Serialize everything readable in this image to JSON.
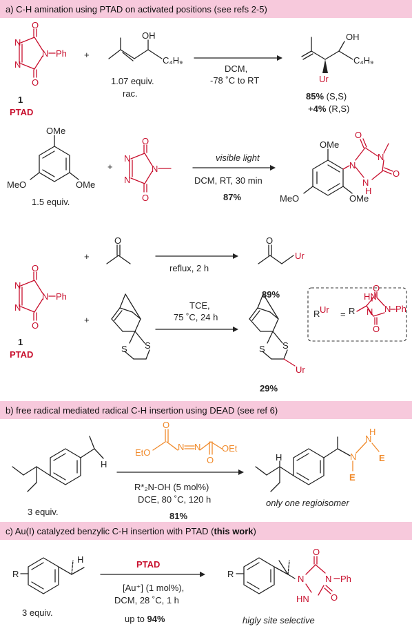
{
  "headers": {
    "a": "a) C-H amination using PTAD on activated positions (see refs 2-5)",
    "b": "b) free radical mediated radical C-H insertion using DEAD (see ref 6)",
    "c_prefix": "c) Au(I) catalyzed benzylic C-H insertion with PTAD (",
    "c_bold": "this work",
    "c_suffix": ")"
  },
  "colors": {
    "header_bg": "#f7c9dc",
    "red": "#c8102e",
    "orange": "#f08a2b",
    "black": "#222222"
  },
  "atoms": {
    "O": "O",
    "N": "N",
    "H": "H",
    "NH": "NH",
    "HN": "HN",
    "OH": "OH",
    "Ph": "Ph",
    "C4H9": "C₄H₉",
    "Ur": "Ur",
    "R": "R",
    "S": "S",
    "E": "E",
    "OMe": "OMe",
    "MeO": "MeO",
    "EtO": "EtO",
    "OEt": "OEt",
    "equals": "=",
    "plus": "+"
  },
  "compound_labels": {
    "num1": "1",
    "ptad": "PTAD"
  },
  "rxn1": {
    "reagent_equiv": "1.07 equiv.",
    "reagent_rac": "rac.",
    "cond1": "DCM,",
    "cond2": "-78 ˚C to RT",
    "yield1_bold": "85%",
    "yield1_rest": " (S,S)",
    "yield2_pre": "+",
    "yield2_bold": "4%",
    "yield2_rest": " (R,S)"
  },
  "rxn2": {
    "equiv": "1.5 equiv.",
    "cond_top": "visible light",
    "cond_bottom": "DCM, RT, 30 min",
    "yield": "87%"
  },
  "rxn3": {
    "cond_top": "reflux, 2 h",
    "yield_top": "89%",
    "cond_mid1": "TCE,",
    "cond_mid2": "75 ˚C, 24 h",
    "yield_bottom": "29%"
  },
  "rxn4": {
    "reagent": "R*₂N-OH (5 mol%)",
    "cond": "DCE, 80 ˚C, 120 h",
    "yield": "81%",
    "equiv": "3 equiv.",
    "note": "only one regioisomer"
  },
  "rxn5": {
    "reagent": "PTAD",
    "cond1": "[Au⁺] (1 mol%),",
    "cond2": "DCM, 28 ˚C, 1 h",
    "yield_pre": "up to ",
    "yield_bold": "94%",
    "equiv": "3 equiv.",
    "note": "higly site selective"
  }
}
